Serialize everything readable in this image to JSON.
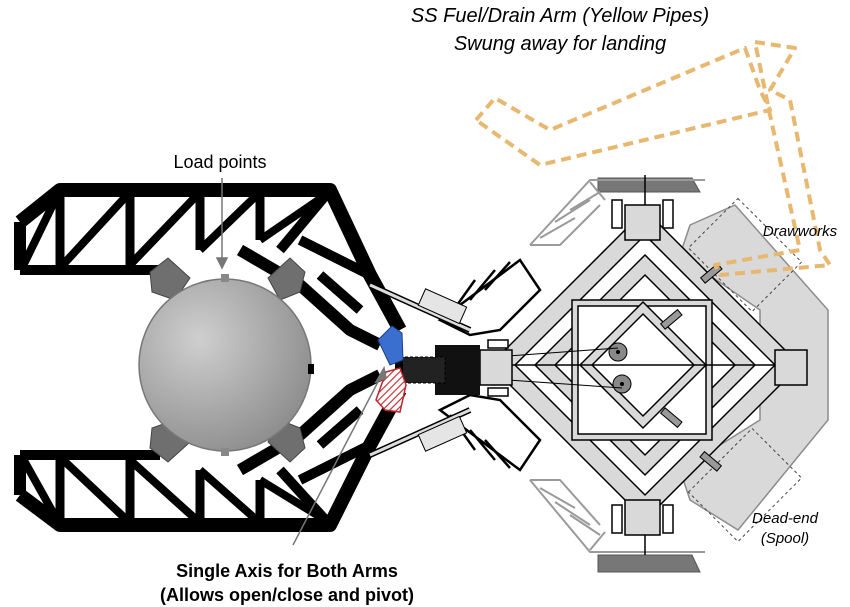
{
  "labels": {
    "fuel_arm_line1": "SS Fuel/Drain Arm (Yellow Pipes)",
    "fuel_arm_line2": "Swung away for landing",
    "load_points": "Load points",
    "drawworks": "Drawworks",
    "dead_end_line1": "Dead-end",
    "dead_end_line2": "(Spool)",
    "axis_line1": "Single Axis for Both Arms",
    "axis_line2": "(Allows open/close and pivot)"
  },
  "colors": {
    "truss": "#000000",
    "fuel_pipe": "#e8b870",
    "pivot_blue": "#3a6fd0",
    "pivot_red": "#c0262c",
    "platform_fill": "#d9d9d9",
    "grey_stroke": "#8c8c8c"
  }
}
